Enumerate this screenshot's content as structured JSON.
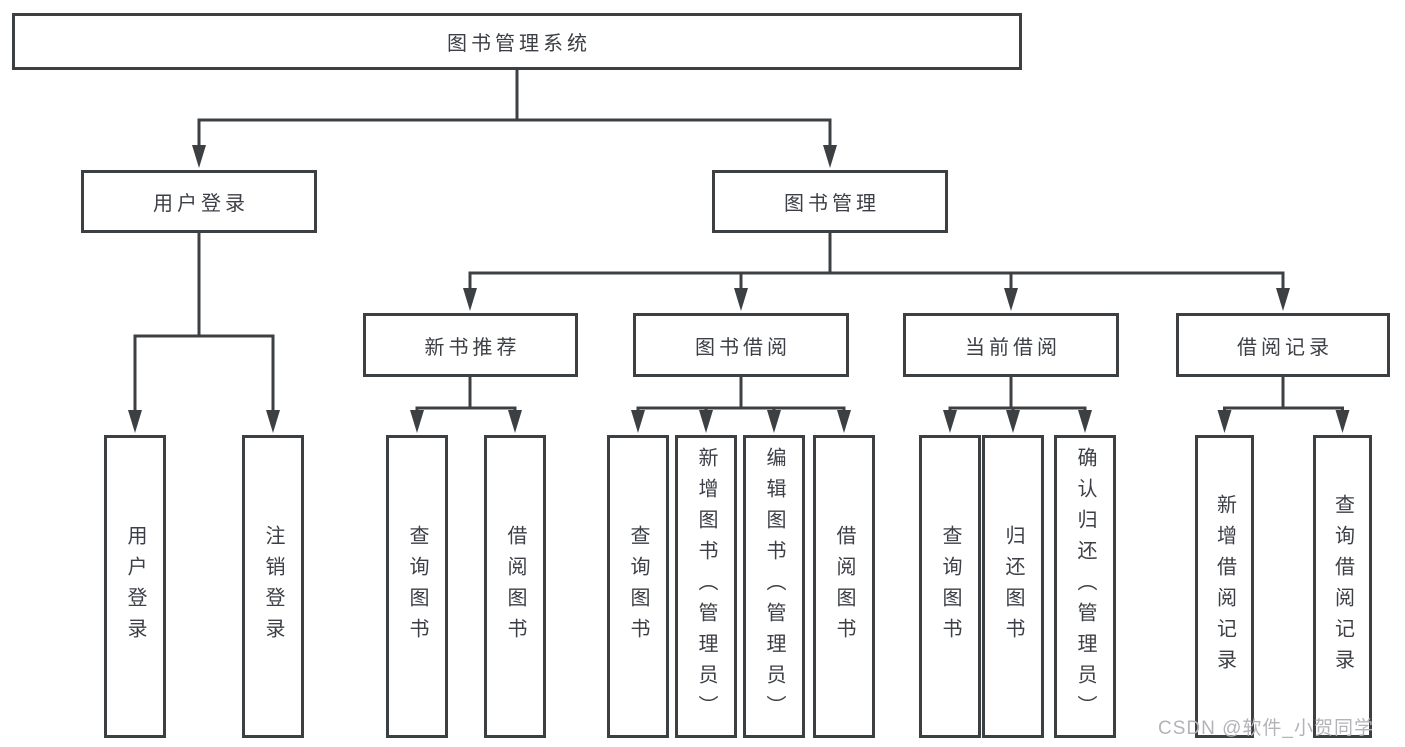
{
  "diagram": {
    "root": {
      "label": "图书管理系统",
      "children": [
        {
          "label": "用户登录",
          "children": [
            {
              "label": "用户登录"
            },
            {
              "label": "注销登录"
            }
          ]
        },
        {
          "label": "图书管理",
          "children": [
            {
              "label": "新书推荐",
              "children": [
                {
                  "label": "查询图书"
                },
                {
                  "label": "借阅图书"
                }
              ]
            },
            {
              "label": "图书借阅",
              "children": [
                {
                  "label": "查询图书"
                },
                {
                  "label": "新增图书（管理员）"
                },
                {
                  "label": "编辑图书（管理员）"
                },
                {
                  "label": "借阅图书"
                }
              ]
            },
            {
              "label": "当前借阅",
              "children": [
                {
                  "label": "查询图书"
                },
                {
                  "label": "归还图书"
                },
                {
                  "label": "确认归还（管理员）"
                }
              ]
            },
            {
              "label": "借阅记录",
              "children": [
                {
                  "label": "新增借阅记录"
                },
                {
                  "label": "查询借阅记录"
                }
              ]
            }
          ]
        }
      ]
    }
  },
  "watermark": {
    "text": "CSDN @软件_小贺同学"
  },
  "colors": {
    "line": "#3d4043",
    "text": "#3c3f45",
    "watermark": "#b3b3b8",
    "background": "#ffffff"
  }
}
